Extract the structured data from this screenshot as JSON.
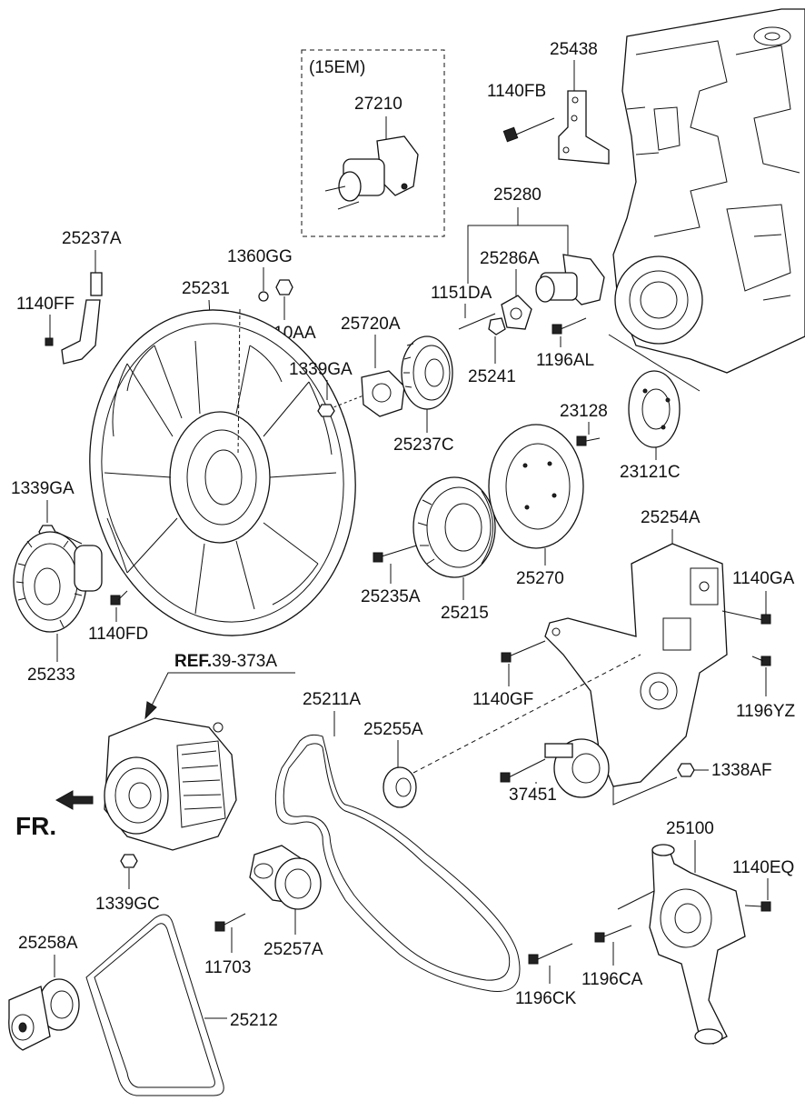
{
  "variant_box": {
    "label": "(15EM)",
    "part": "27210"
  },
  "ref": {
    "prefix": "REF.",
    "code": "39-373A"
  },
  "direction": {
    "label": "FR."
  },
  "parts": {
    "p25438": "25438",
    "p1140FB": "1140FB",
    "p25237A": "25237A",
    "p1140FF": "1140FF",
    "p1360GG": "1360GG",
    "p1310AA": "1310AA",
    "p25231": "25231",
    "p25280": "25280",
    "p25286A": "25286A",
    "p1151DA": "1151DA",
    "p25720A": "25720A",
    "p1339GA_a": "1339GA",
    "p25241": "25241",
    "p1196AL": "1196AL",
    "p25237C": "25237C",
    "p23128": "23128",
    "p23121C": "23121C",
    "p1339GA_b": "1339GA",
    "p25233": "25233",
    "p1140FD": "1140FD",
    "p25235A": "25235A",
    "p25215": "25215",
    "p25270": "25270",
    "p25254A": "25254A",
    "p1140GA": "1140GA",
    "p1140GF": "1140GF",
    "p1196YZ": "1196YZ",
    "p25211A": "25211A",
    "p25255A": "25255A",
    "p1338AF": "1338AF",
    "p37451": "37451",
    "p1339GC": "1339GC",
    "p25100": "25100",
    "p1140EQ": "1140EQ",
    "p25258A": "25258A",
    "p11703": "11703",
    "p25257A": "25257A",
    "p1196CA": "1196CA",
    "p1196CK": "1196CK",
    "p25212": "25212"
  }
}
